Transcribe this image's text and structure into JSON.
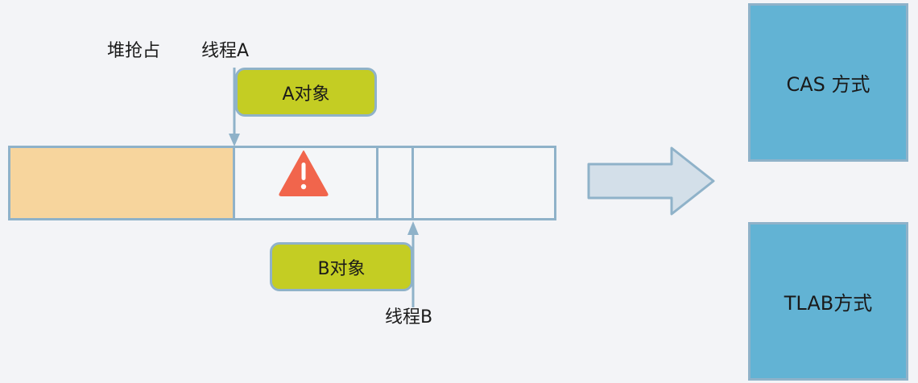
{
  "labels": {
    "heap_contention": "堆抢占",
    "thread_a": "线程A",
    "thread_b": "线程B"
  },
  "objects": {
    "a": "A对象",
    "b": "B对象"
  },
  "modes": {
    "cas": "CAS 方式",
    "tlab": "TLAB方式"
  },
  "icons": {
    "warning": "warning-icon",
    "arrow": "right-arrow-icon"
  },
  "colors": {
    "used_memory": "#f7d59d",
    "free_memory": "#f4f6f8",
    "border": "#8fb2c9",
    "object": "#c4cd23",
    "mode_box": "#62b3d4",
    "warning": "#f1654c",
    "arrow_fill": "#d3dfe9"
  }
}
